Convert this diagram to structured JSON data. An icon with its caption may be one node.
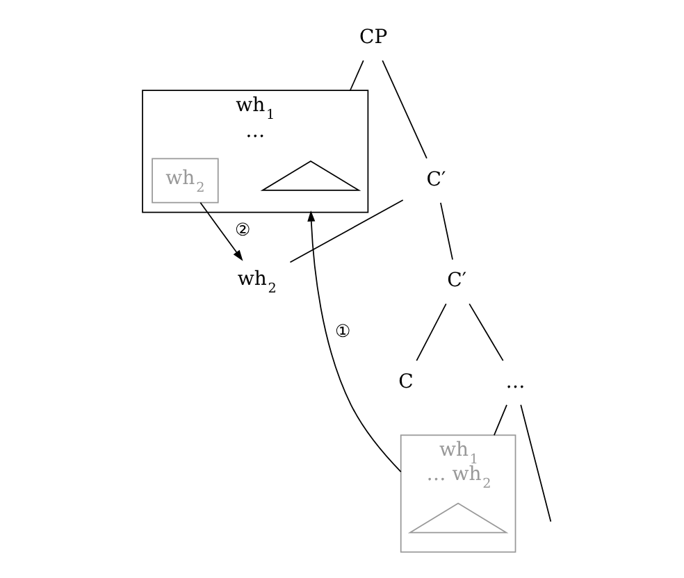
{
  "diagram": {
    "nodes": [
      {
        "text": [
          "CP"
        ]
      },
      {
        "text": [
          "wh$_{1}$",
          "…"
        ]
      },
      {
        "text": [],
        "shape": "triangle",
        "in": 1
      },
      {
        "text": [
          "wh$_{2}$"
        ],
        "in": 1
      },
      {
        "text": [
          "C′"
        ]
      },
      {
        "text": [
          "wh$_{2}$"
        ]
      },
      {
        "text": [
          "C′"
        ]
      },
      {
        "text": [
          "C"
        ]
      },
      {
        "text": [
          "…"
        ]
      },
      {
        "text": [
          "wh$_{1}$",
          "… wh$_{2}$"
        ]
      },
      {
        "text": [],
        "shape": "triangle",
        "in": 9
      }
    ],
    "edges": [
      {
        "from": 0,
        "to": 1,
        "arrow": "none"
      },
      {
        "from": 0,
        "to": 4,
        "arrow": "none"
      },
      {
        "from": 4,
        "to": 5,
        "arrow": "none"
      },
      {
        "from": 4,
        "to": 6,
        "arrow": "none"
      },
      {
        "from": 6,
        "to": 7,
        "arrow": "none"
      },
      {
        "from": 6,
        "to": 8,
        "arrow": "none"
      },
      {
        "from": 8,
        "to": null,
        "arrow": "none"
      },
      {
        "from": 8,
        "to": 9,
        "arrow": "none"
      },
      {
        "from": 9,
        "to": 1,
        "arrow": "to",
        "label": "①"
      },
      {
        "from": 3,
        "to": 5,
        "arrow": "to",
        "label": "②"
      }
    ]
  }
}
